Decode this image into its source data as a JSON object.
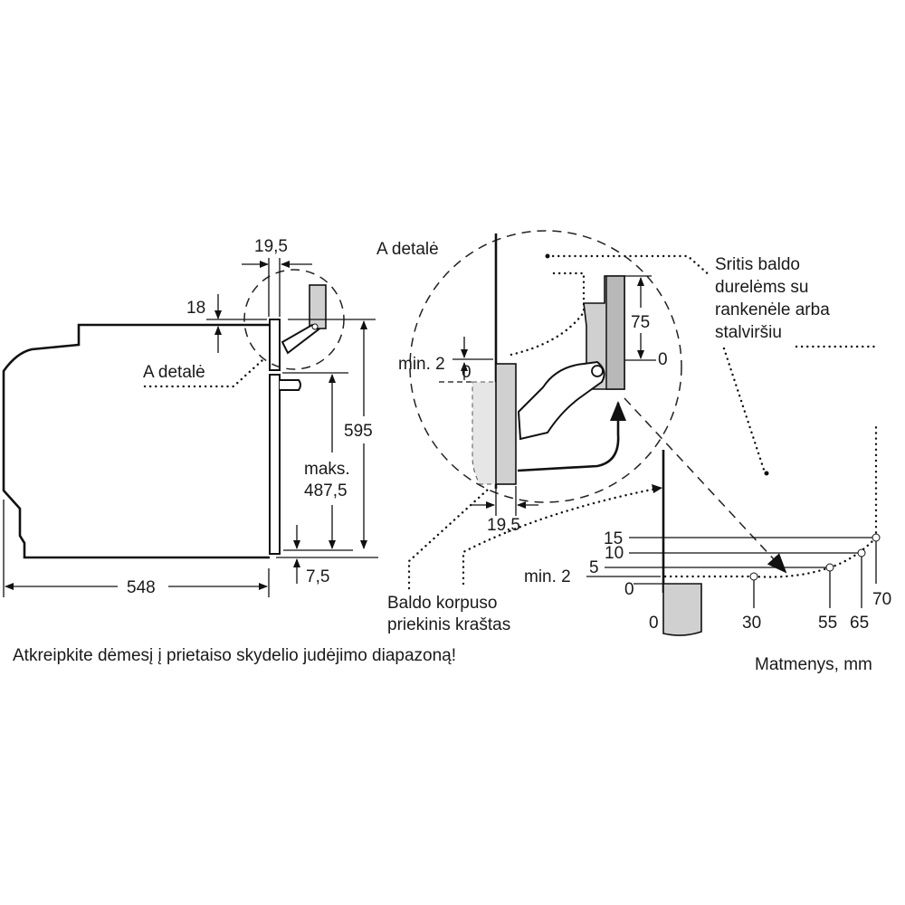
{
  "side_view": {
    "dim_top_gap": "19,5",
    "dim_top_offset": "18",
    "detail_label": "A detalė",
    "dim_height": "595",
    "dim_max_label": "maks.",
    "dim_max_value": "487,5",
    "dim_bottom": "7,5",
    "dim_depth": "548"
  },
  "detail_view": {
    "title": "A detalė",
    "dim_75": "75",
    "dim_0_right": "0",
    "dim_min2": "min. 2",
    "dim_0_left": "0",
    "dim_gap": "19,5",
    "area_note_lines": [
      "Sritis baldo",
      "durelėms su",
      "rankenėle arba",
      "stalviršiu"
    ],
    "cabinet_edge_lines": [
      "Baldo korpuso",
      "priekinis kraštas"
    ]
  },
  "swing_chart": {
    "y_labels": [
      "15",
      "10",
      "5",
      "min. 2",
      "0"
    ],
    "x_labels": [
      "0",
      "30",
      "55",
      "65",
      "70"
    ]
  },
  "footer": {
    "warning": "Atkreipkite dėmesį į prietaiso skydelio judėjimo diapazoną!",
    "units": "Matmenys, mm"
  }
}
